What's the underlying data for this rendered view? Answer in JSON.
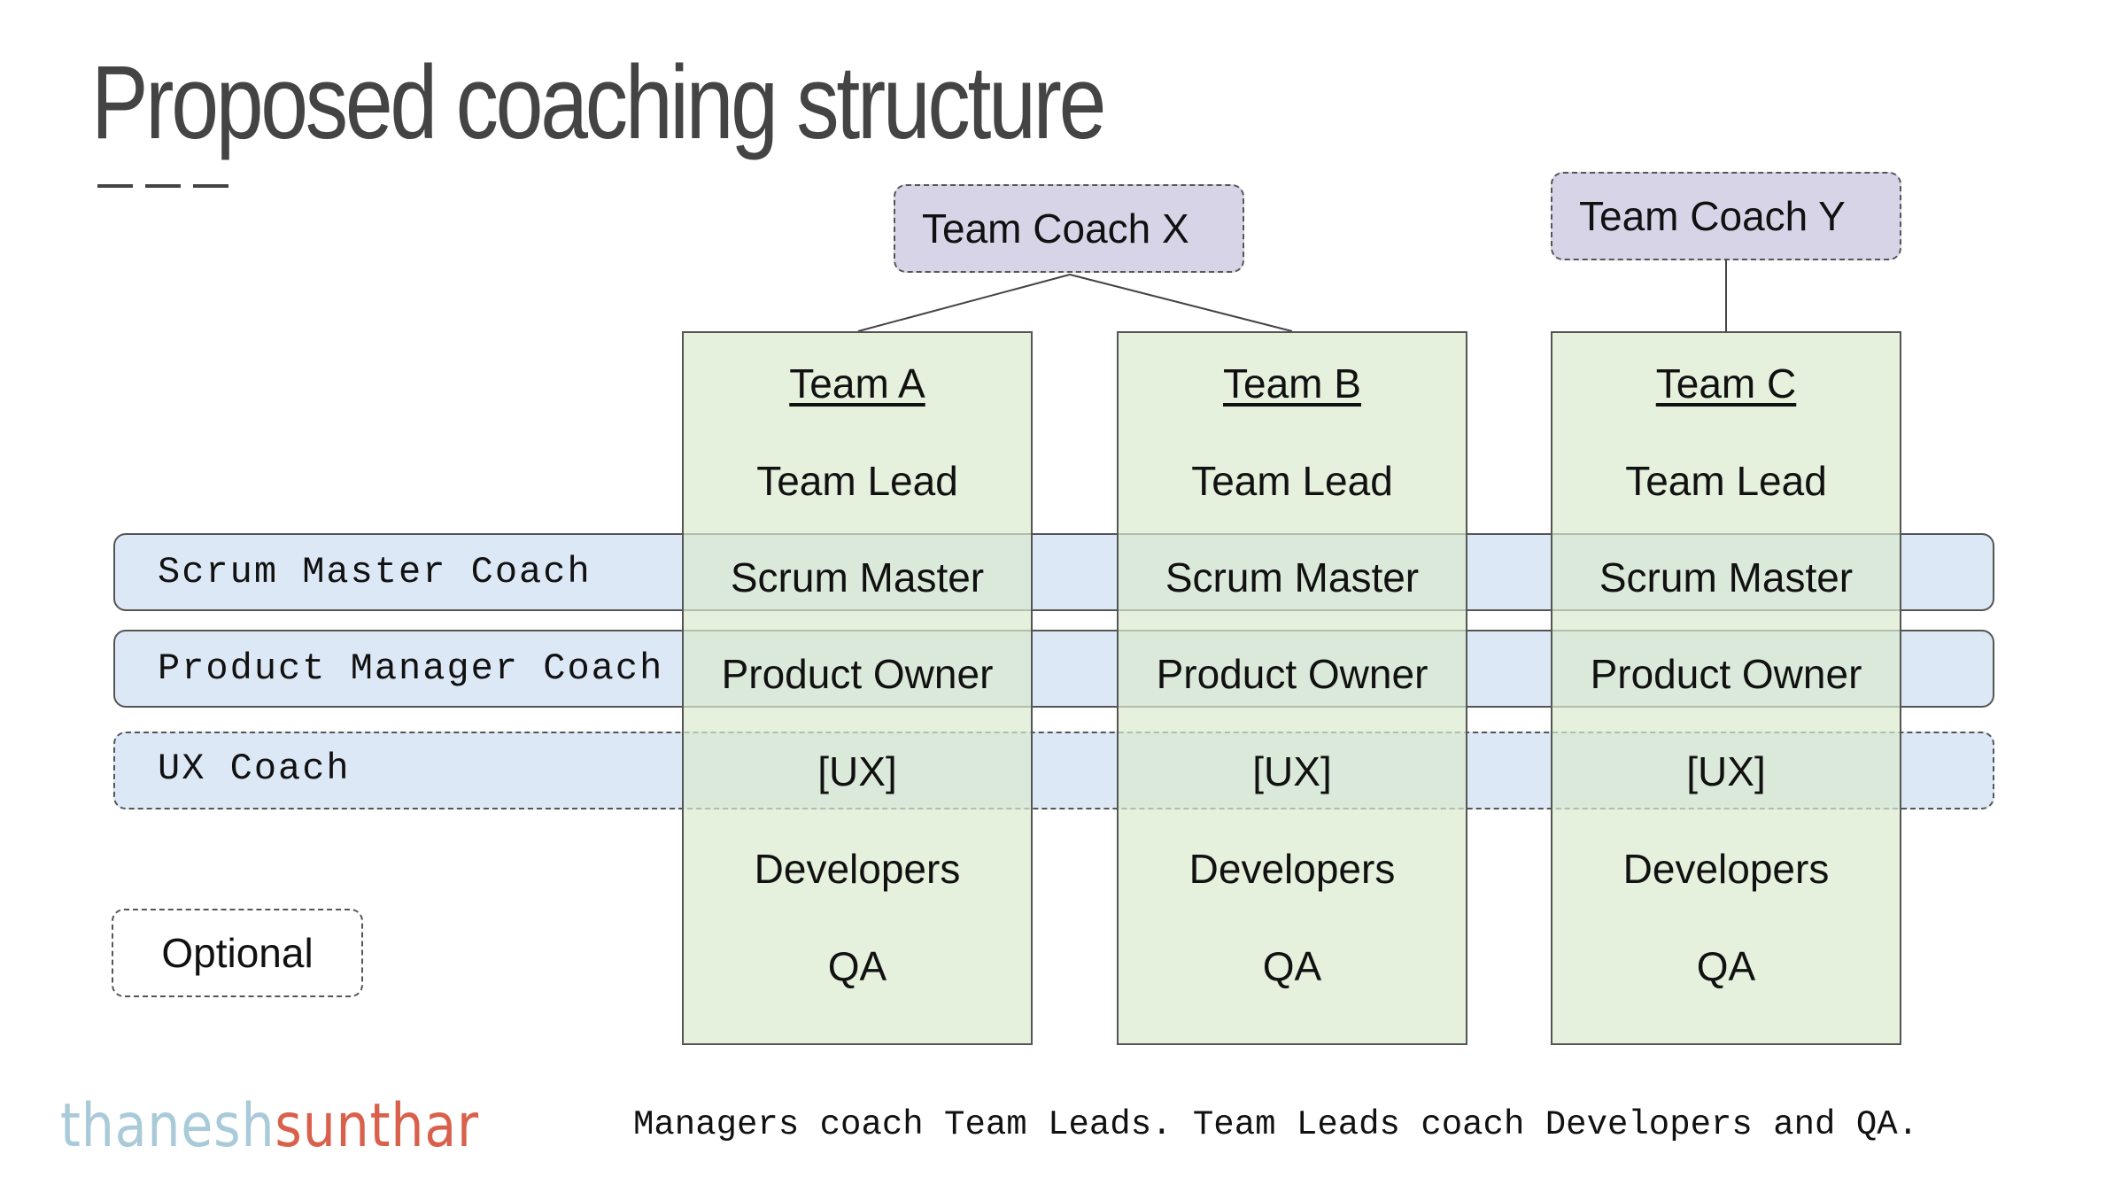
{
  "title": "Proposed coaching structure",
  "coaches": {
    "x": "Team Coach X",
    "y": "Team Coach Y"
  },
  "bands": {
    "scrum": "Scrum Master Coach",
    "product": "Product Manager Coach",
    "ux": "UX Coach"
  },
  "teams": [
    {
      "name": "Team A",
      "roles": [
        "Team Lead",
        "Scrum Master",
        "Product Owner",
        "[UX]",
        "Developers",
        "QA"
      ]
    },
    {
      "name": "Team B",
      "roles": [
        "Team Lead",
        "Scrum Master",
        "Product Owner",
        "[UX]",
        "Developers",
        "QA"
      ]
    },
    {
      "name": "Team C",
      "roles": [
        "Team Lead",
        "Scrum Master",
        "Product Owner",
        "[UX]",
        "Developers",
        "QA"
      ]
    }
  ],
  "legend": {
    "optional": "Optional"
  },
  "brand": {
    "part1": "thanesh",
    "part2": "sunthar"
  },
  "caption": "Managers coach Team Leads. Team Leads coach Developers and QA.",
  "colors": {
    "band": "#dce8f5",
    "team": "#dae9cf",
    "coach": "#d8d4e8",
    "brand1": "#a9cad8",
    "brand2": "#d9614c"
  }
}
